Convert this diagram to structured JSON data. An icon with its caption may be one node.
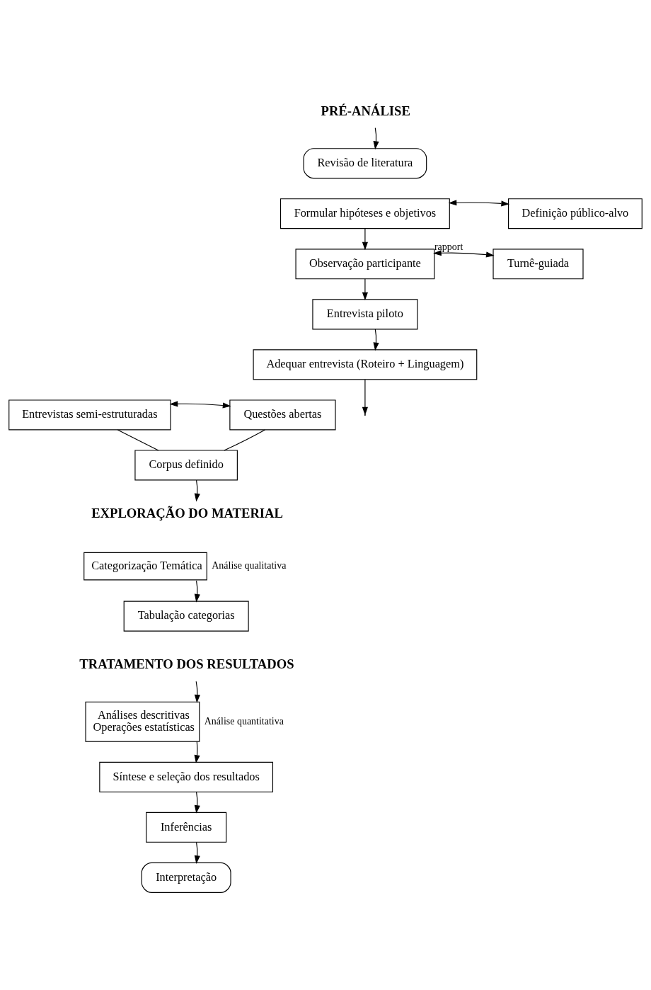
{
  "diagram": {
    "nodes": [
      {
        "text": [
          "PRÉ-ANÁLISE"
        ]
      },
      {
        "text": [
          "Revisão de literatura"
        ]
      },
      {
        "text": [
          "Formular hipóteses e objetivos"
        ]
      },
      {
        "text": [
          "Definição público-alvo"
        ]
      },
      {
        "text": [
          "Observação participante"
        ]
      },
      {
        "text": [
          "Turnê-guiada"
        ]
      },
      {
        "text": [
          "Entrevista piloto"
        ]
      },
      {
        "text": [
          "Adequar entrevista (Roteiro + Linguagem)"
        ]
      },
      {
        "text": [
          "Entrevistas semi-estruturadas"
        ]
      },
      {
        "text": [
          "Questões abertas"
        ]
      },
      {
        "text": [
          "Corpus definido"
        ]
      },
      {
        "text": [
          "EXPLORAÇÃO DO MATERIAL"
        ]
      },
      {
        "text": [
          "Categorização Temática"
        ],
        "beside": [
          "Análise qualitativa"
        ]
      },
      {
        "text": [
          "Tabulação categorias"
        ]
      },
      {
        "text": [
          "TRATAMENTO DOS RESULTADOS"
        ]
      },
      {
        "text": [
          "Análises descritivas",
          "Operações estatísticas"
        ],
        "beside": [
          "Análise quantitativa"
        ]
      },
      {
        "text": [
          "Síntese e seleção dos resultados"
        ]
      },
      {
        "text": [
          "Inferências"
        ]
      },
      {
        "text": [
          "Interpretação"
        ]
      }
    ],
    "edges": [
      {
        "from": 0,
        "to": 1,
        "arrow": "to"
      },
      {
        "from": 2,
        "to": 3,
        "arrow": "both"
      },
      {
        "from": 2,
        "to": 4,
        "arrow": "to"
      },
      {
        "from": 4,
        "to": 5,
        "arrow": "both",
        "label": "rapport"
      },
      {
        "from": 4,
        "to": 6,
        "arrow": "to"
      },
      {
        "from": 6,
        "to": 7,
        "arrow": "to"
      },
      {
        "from": 7,
        "to": null,
        "arrow": "to"
      },
      {
        "from": 8,
        "to": 9,
        "arrow": "both"
      },
      {
        "from": 8,
        "to": 10,
        "arrow": "none"
      },
      {
        "from": 9,
        "to": 10,
        "arrow": "none"
      },
      {
        "from": 10,
        "to": 11,
        "arrow": "to"
      },
      {
        "from": 12,
        "to": 13,
        "arrow": "to"
      },
      {
        "from": 14,
        "to": 15,
        "arrow": "to"
      },
      {
        "from": 15,
        "to": 16,
        "arrow": "to"
      },
      {
        "from": 16,
        "to": 17,
        "arrow": "to"
      },
      {
        "from": 17,
        "to": 18,
        "arrow": "to"
      }
    ]
  }
}
